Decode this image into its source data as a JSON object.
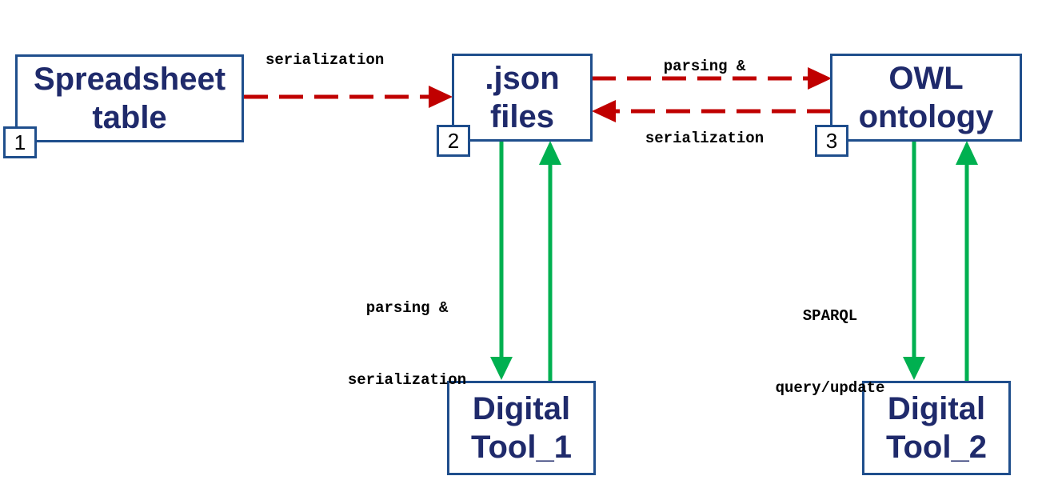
{
  "nodes": {
    "spreadsheet": {
      "line1": "Spreadsheet",
      "line2": "table",
      "number": "1"
    },
    "json_files": {
      "line1": ".json",
      "line2": "files",
      "number": "2"
    },
    "owl": {
      "line1": "OWL",
      "line2": "ontology",
      "number": "3"
    },
    "tool1": {
      "line1": "Digital",
      "line2": "Tool_1"
    },
    "tool2": {
      "line1": "Digital",
      "line2": "Tool_2"
    }
  },
  "labels": {
    "serialization": "serialization",
    "top_parsing": "parsing &",
    "top_serialization": "serialization",
    "mid_parsing": "parsing &",
    "mid_serialization": "serialization",
    "sparql": "SPARQL",
    "query_update": "query/update"
  },
  "colors": {
    "box_border": "#1f4e8c",
    "text": "#1f2a6b",
    "dashed_arrow": "#c00000",
    "solid_arrow": "#00b050"
  }
}
